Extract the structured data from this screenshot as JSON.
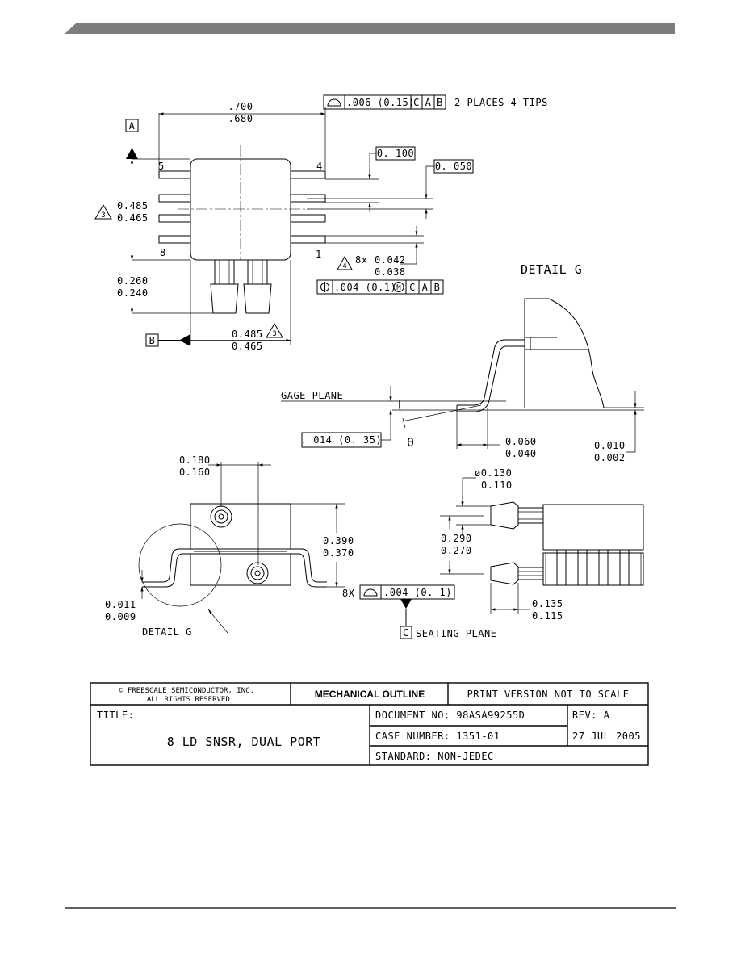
{
  "top_view": {
    "datum_a": "A",
    "datum_b": "B",
    "width_max": ".700",
    "width_min": ".680",
    "profile_fcf": {
      "tol": ".006 (0.15)",
      "d1": "C",
      "d2": "A",
      "d3": "B"
    },
    "profile_note": "2 PLACES 4 TIPS",
    "pitch": "0. 100",
    "pitch2": "0. 050",
    "pin_5": "5",
    "pin_4": "4",
    "pin_8": "8",
    "pin_1": "1",
    "note_3": "3",
    "body_w_max": "0.485",
    "body_w_min": "0.465",
    "port_len_max": "0.260",
    "port_len_min": "0.240",
    "body_h_max": "0.485",
    "body_h_min": "0.465",
    "note_4": "4",
    "lead_count": "8x",
    "lead_w_max": "0.042",
    "lead_w_min": "0.038",
    "position_fcf": {
      "tol": ".004 (0.1)",
      "mod": "M",
      "d1": "C",
      "d2": "A",
      "d3": "B"
    }
  },
  "detail_g": {
    "title": "DETAIL G",
    "gage_plane": "GAGE PLANE",
    "gage_value": ". 014 (0. 35)",
    "theta": "θ",
    "foot_max": "0.060",
    "foot_min": "0.040",
    "standoff_max": "0.010",
    "standoff_min": "0.002"
  },
  "front_view": {
    "port_offset_max": "0.180",
    "port_offset_min": "0.160",
    "height_max": "0.390",
    "height_min": "0.370",
    "lead_t_max": "0.011",
    "lead_t_min": "0.009",
    "detail_label": "DETAIL G",
    "coplanarity_count": "8X",
    "coplanarity": ".004 (0. 1)",
    "datum_c": "C",
    "seating_plane": "SEATING PLANE"
  },
  "side_view": {
    "port_dia_max": "ø0.130",
    "port_dia_min": "0.110",
    "port_pitch_max": "0.290",
    "port_pitch_min": "0.270",
    "port_ext_max": "0.135",
    "port_ext_min": "0.115"
  },
  "title_block": {
    "copyright_1": "© FREESCALE SEMICONDUCTOR, INC.",
    "copyright_2": "ALL RIGHTS RESERVED.",
    "heading": "MECHANICAL OUTLINE",
    "print_note": "PRINT VERSION NOT TO SCALE",
    "title_label": "TITLE:",
    "title": "8 LD SNSR, DUAL PORT",
    "document_no": "DOCUMENT NO: 98ASA99255D",
    "rev": "REV: A",
    "case_number": "CASE NUMBER: 1351-01",
    "date": "27 JUL 2005",
    "standard": "STANDARD: NON-JEDEC"
  }
}
